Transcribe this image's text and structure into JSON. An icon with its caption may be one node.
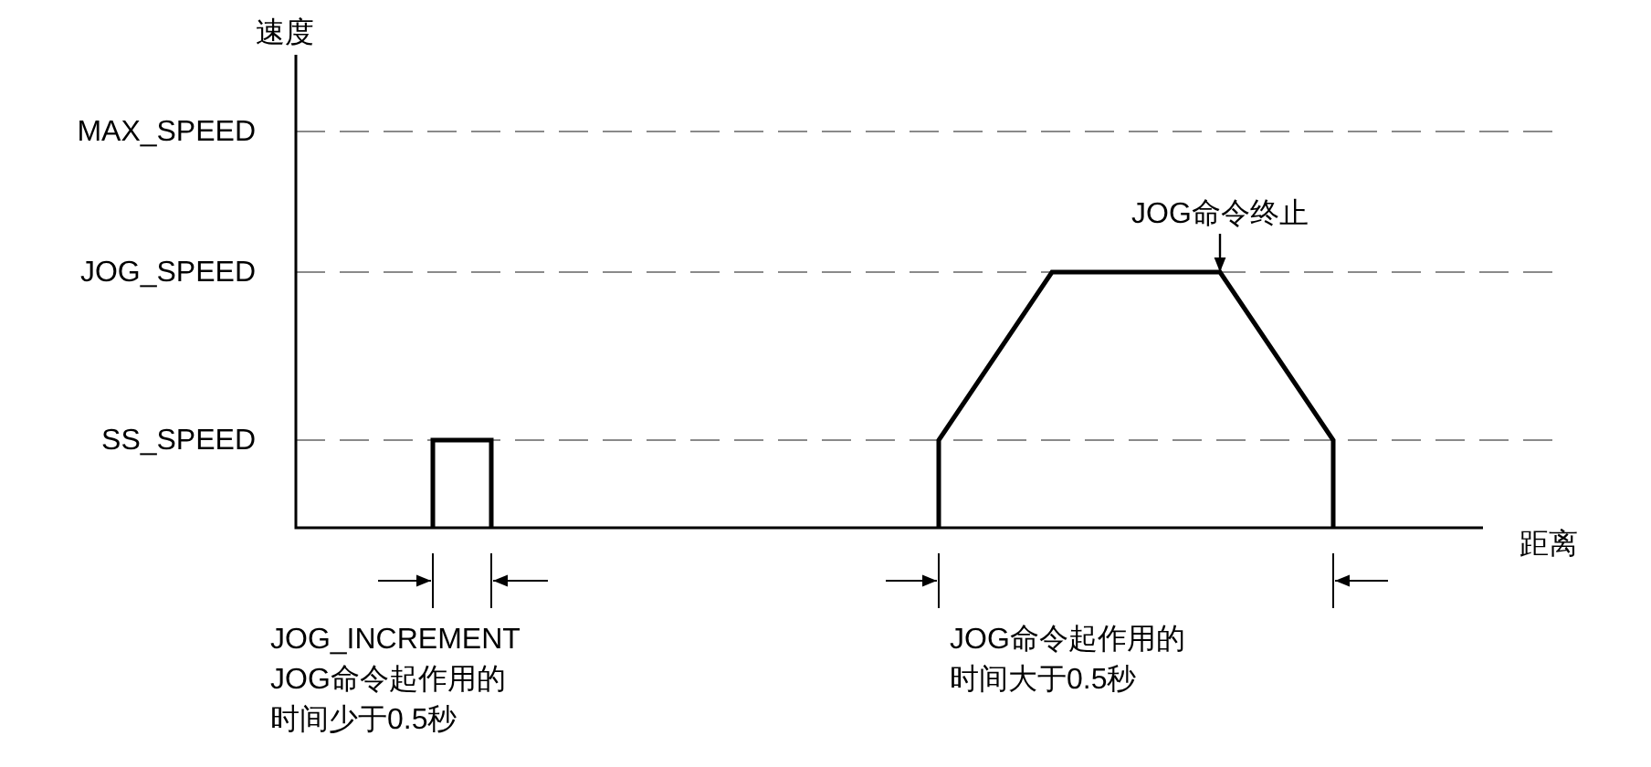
{
  "diagram": {
    "nodes": [
      {
        "text": [
          "JOG命令终止"
        ]
      },
      {
        "text": [],
        "shape": "line"
      }
    ],
    "edges": [
      {
        "from": 0,
        "to": 1,
        "arrow": "to"
      }
    ],
    "labels": [
      "速度",
      "MAX_SPEED",
      "JOG_SPEED",
      "SS_SPEED",
      "距离",
      "JOG_INCREMENT",
      "JOG命令起作用的时间少于0.5秒",
      "JOG命令起作用的时间大于0.5秒"
    ]
  }
}
